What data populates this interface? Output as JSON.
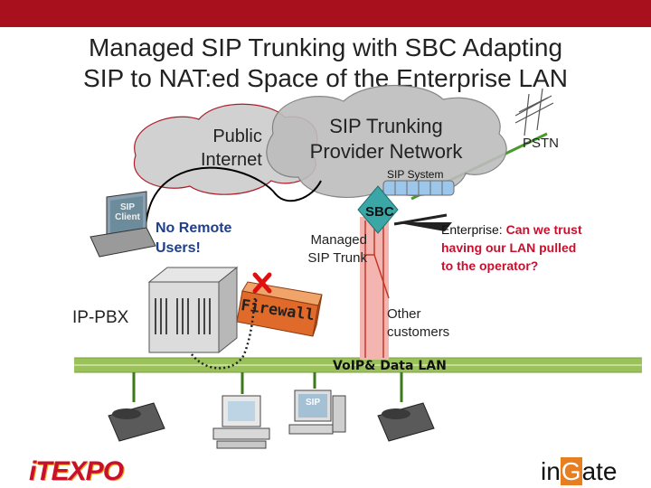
{
  "title": {
    "line1": "Managed SIP Trunking with SBC Adapting",
    "line2": "SIP to NAT:ed Space of the Enterprise LAN"
  },
  "clouds": {
    "public_internet": "Public\nInternet",
    "provider_network": "SIP Trunking\nProvider Network"
  },
  "labels": {
    "pstn": "PSTN",
    "sip_system": "SIP System",
    "sbc": "SBC",
    "no_remote_users": "No Remote\nUsers!",
    "managed_sip_trunk": "Managed\nSIP Trunk",
    "ip_pbx": "IP-PBX",
    "firewall": "Firewall",
    "other_customers": "Other\ncustomers",
    "lan": "VoIP& Data LAN",
    "sip_client": "SIP\nClient",
    "sip_phone": "SIP"
  },
  "callout": {
    "prefix": "Enterprise: ",
    "question": "Can we trust having our LAN pulled to the operator?"
  },
  "logos": {
    "itexpo": "iTEXPO",
    "ingate_left": "in",
    "ingate_mid": "G",
    "ingate_right": "ate"
  },
  "colors": {
    "header": "#a8101e",
    "lan_green": "#9ac15a",
    "trunk_pink": "#f4b5b0",
    "accent_red": "#c8102e",
    "sbc_teal": "#3aa6a6"
  }
}
